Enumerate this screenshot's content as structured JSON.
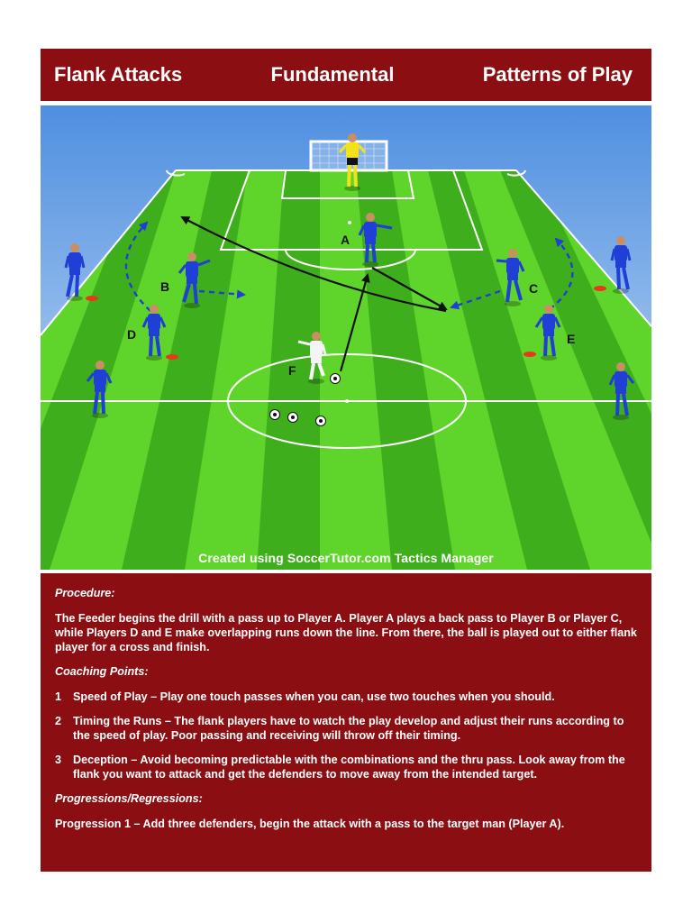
{
  "header": {
    "left": "Flank Attacks",
    "center": "Fundamental",
    "right": "Patterns of Play"
  },
  "diagram": {
    "credit": "Created using SoccerTutor.com Tactics Manager",
    "labels": {
      "a": "A",
      "b": "B",
      "c": "C",
      "d": "D",
      "e": "E",
      "f": "F"
    },
    "colors": {
      "team": "#1f3fd6",
      "goalkeeper": "#f2e21a",
      "feeder": "#f4f4f4",
      "cone": "#e8381a",
      "grass_light": "#5fd42a",
      "grass_dark": "#3fae1c"
    }
  },
  "procedure": {
    "title": "Procedure:",
    "text": "The Feeder begins the drill with a pass up to Player A. Player A plays a back pass to Player B or Player C, while Players D and E make overlapping runs down the line. From there, the ball is played out to either flank player for a cross and finish."
  },
  "coaching": {
    "title": "Coaching Points:",
    "points": [
      {
        "num": "1",
        "text": "Speed of Play – Play one touch passes when you can, use two touches when you should."
      },
      {
        "num": "2",
        "text": "Timing the Runs – The flank players have to watch the play develop and adjust their runs according to the speed of play. Poor passing and receiving will throw off their timing."
      },
      {
        "num": "3",
        "text": "Deception – Avoid becoming predictable with the combinations and the thru pass. Look away from the flank you want to attack and get the defenders to move away from the intended target."
      }
    ]
  },
  "progressions": {
    "title": "Progressions/Regressions:",
    "text": "Progression 1 – Add three defenders, begin the attack with a pass to the target man (Player A)."
  }
}
